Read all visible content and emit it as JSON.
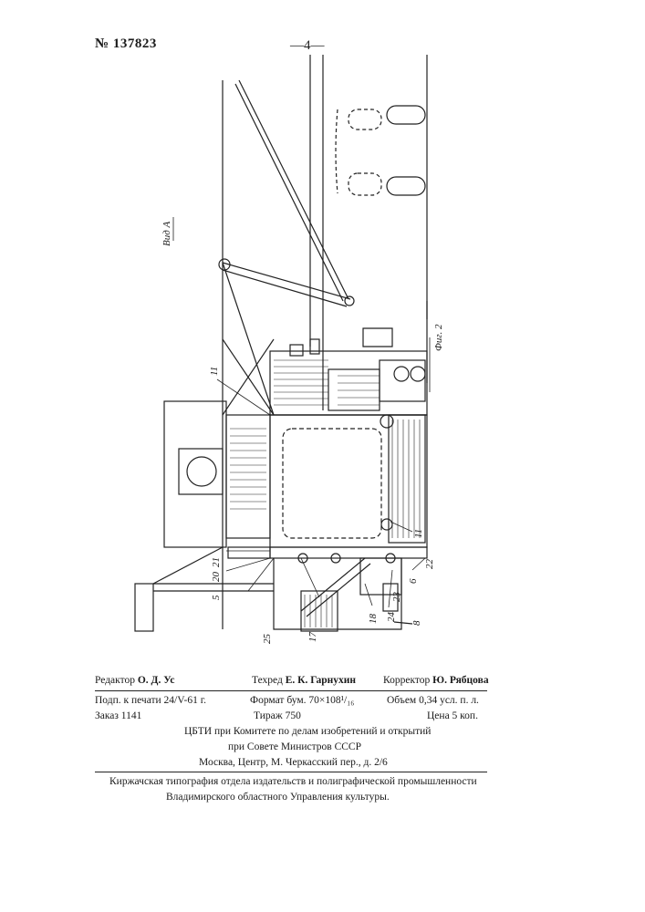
{
  "header": {
    "patent_number": "№ 137823",
    "page_number": "—4—"
  },
  "figure": {
    "view_label": "Вид А",
    "caption": "Фиг. 2",
    "callouts": [
      "11",
      "20",
      "21",
      "5",
      "25",
      "17",
      "18",
      "24",
      "23",
      "6",
      "22",
      "11",
      "8"
    ]
  },
  "colophon": {
    "editor_label": "Редактор",
    "editor_name": "О. Д. Ус",
    "tech_label": "Техред",
    "tech_name": "Е. К. Гарнухин",
    "corrector_label": "Корректор",
    "corrector_name": "Ю. Рябцова",
    "signed": "Подп. к печати 24/V-61 г.",
    "format": "Формат бум. 70×108¹/₁₆",
    "volume": "Объем 0,34 усл. п. л.",
    "order": "Заказ 1141",
    "print_run": "Тираж 750",
    "price": "Цена 5 коп.",
    "publisher_1": "ЦБТИ при Комитете по делам изобретений и открытий",
    "publisher_2": "при Совете Министров СССР",
    "address": "Москва, Центр, М. Черкасский пер., д. 2/6",
    "printer_1": "Киржачская типография отдела издательств и полиграфической промышленности",
    "printer_2": "Владимирского областного Управления культуры."
  }
}
